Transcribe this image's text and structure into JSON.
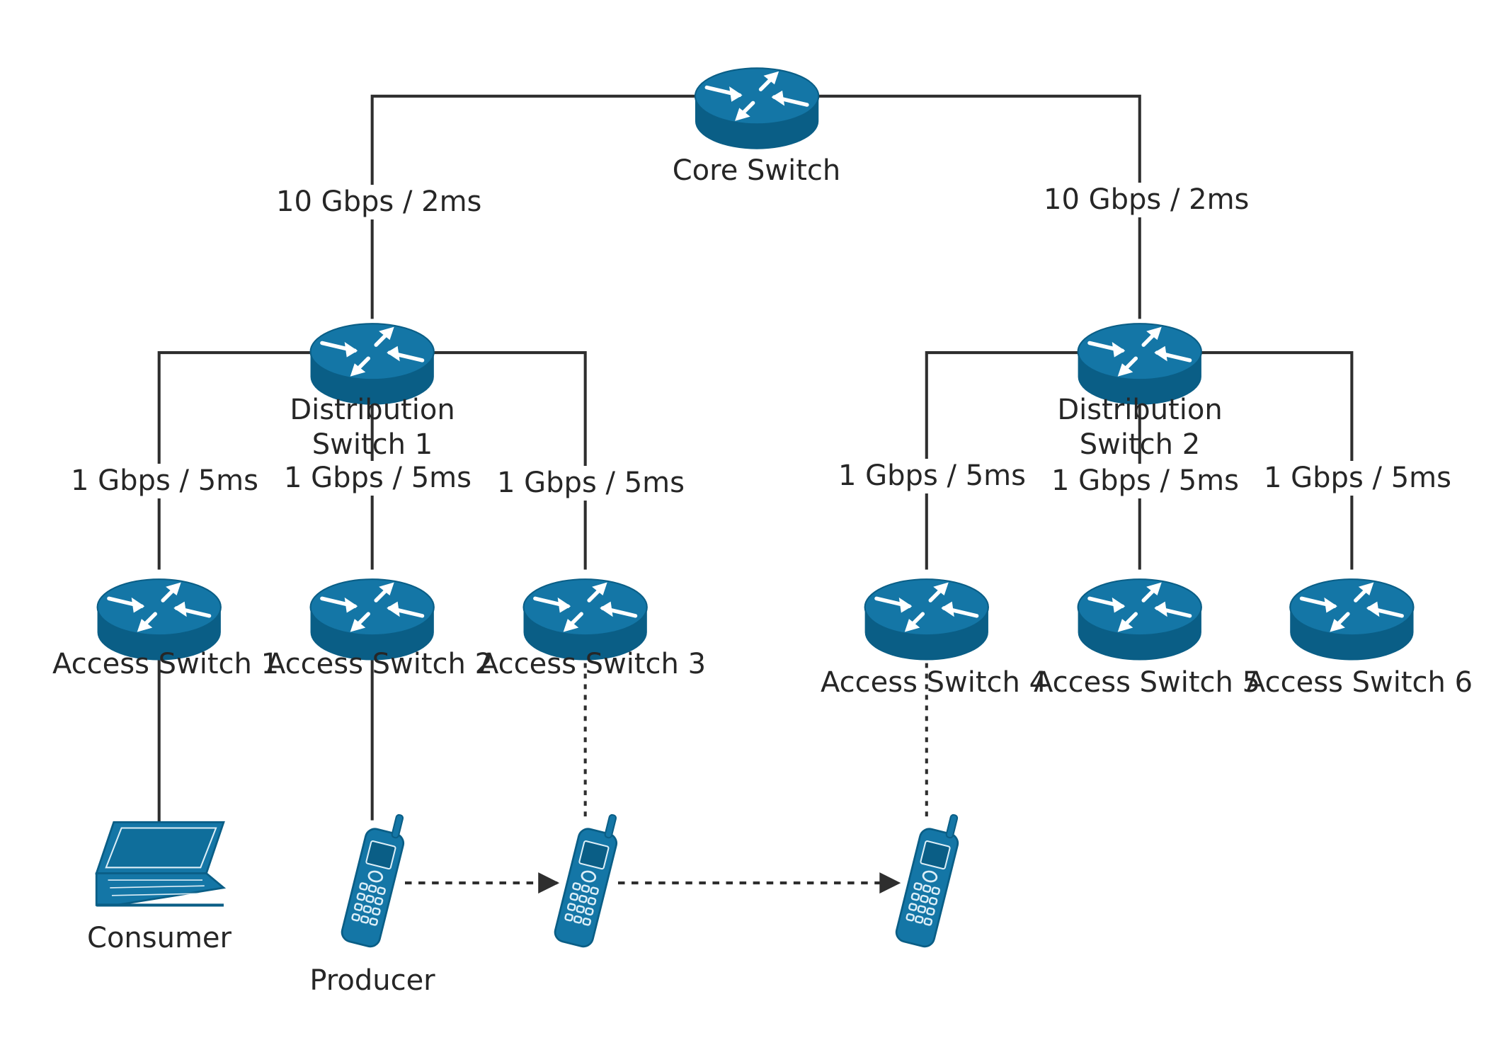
{
  "colors": {
    "device": "#0F6E9B",
    "device_rim": "#0A5E86",
    "arrow": "#FFFFFF",
    "line": "#2E2E2E",
    "text": "#262626"
  },
  "nodes": {
    "core": {
      "label": "Core Switch",
      "icon": "router-icon"
    },
    "dist1": {
      "label_line1": "Distribution",
      "label_line2": "Switch 1",
      "icon": "router-icon"
    },
    "dist2": {
      "label_line1": "Distribution",
      "label_line2": "Switch 2",
      "icon": "router-icon"
    },
    "acc1": {
      "label": "Access Switch 1",
      "icon": "router-icon"
    },
    "acc2": {
      "label": "Access Switch 2",
      "icon": "router-icon"
    },
    "acc3": {
      "label": "Access Switch 3",
      "icon": "router-icon"
    },
    "acc4": {
      "label": "Access Switch 4",
      "icon": "router-icon"
    },
    "acc5": {
      "label": "Access Switch 5",
      "icon": "router-icon"
    },
    "acc6": {
      "label": "Access Switch 6",
      "icon": "router-icon"
    },
    "consumer": {
      "label": "Consumer",
      "icon": "laptop-icon"
    },
    "producer": {
      "label": "Producer",
      "icon": "mobile-phone-icon"
    },
    "phone_mid": {
      "icon": "mobile-phone-icon"
    },
    "phone_right": {
      "icon": "mobile-phone-icon"
    }
  },
  "links": {
    "core_dist1": "10 Gbps / 2ms",
    "core_dist2": "10 Gbps / 2ms",
    "dist1_acc1": "1 Gbps / 5ms",
    "dist1_acc2": "1 Gbps / 5ms",
    "dist1_acc3": "1 Gbps / 5ms",
    "dist2_acc4": "1 Gbps / 5ms",
    "dist2_acc5": "1 Gbps / 5ms",
    "dist2_acc6": "1 Gbps / 5ms"
  }
}
